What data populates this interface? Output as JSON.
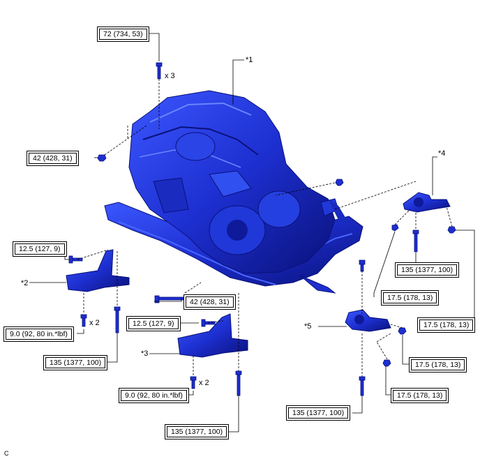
{
  "torques": {
    "top_bolt": "72 (734, 53)",
    "left_nut": "42 (428, 31)",
    "front_bolt": "42 (428, 31)",
    "bracket2_bolt": "12.5 (127, 9)",
    "bracket2_stud": "9.0 (92, 80 in.*lbf)",
    "bracket2_mount": "135 (1377, 100)",
    "bracket3_bolt": "12.5 (127, 9)",
    "bracket3_stud": "9.0 (92, 80 in.*lbf)",
    "bracket3_mount": "135 (1377, 100)",
    "mount4_bolt": "135 (1377, 100)",
    "mount4_nut": "17.5 (178, 13)",
    "mount4_nut2": "17.5 (178, 13)",
    "mount5_nut1": "17.5 (178, 13)",
    "mount5_nut2": "17.5 (178, 13)",
    "mount5_bolt": "135 (1377, 100)"
  },
  "qty": {
    "top": "x 3",
    "bracket2": "x 2",
    "bracket3": "x 2"
  },
  "callouts": {
    "c1": "*1",
    "c2": "*2",
    "c3": "*3",
    "c4": "*4",
    "c5": "*5"
  },
  "footer": {
    "code": "C"
  },
  "colors": {
    "part_fill": "#1d2fd0",
    "part_dark": "#0a117a",
    "part_light": "#4a66ff",
    "line": "#000000"
  }
}
